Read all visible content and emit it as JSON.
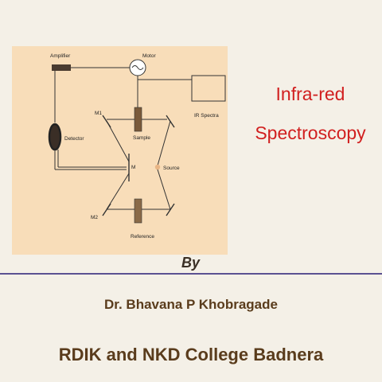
{
  "diagram": {
    "labels": {
      "amplifier": "Amplifier",
      "motor": "Motor",
      "ir_spectra": "IR Spectra",
      "m1": "M1",
      "m2": "M2",
      "m": "M",
      "detector": "Detector",
      "sample": "Sample",
      "source": "Source",
      "reference": "Reference"
    }
  },
  "title": {
    "line1": "Infra-red",
    "line2": "Spectroscopy"
  },
  "byline": {
    "by": "By",
    "author": "Dr.  Bhavana P Khobragade",
    "institution": "RDIK and NKD College Badnera"
  },
  "colors": {
    "title": "#d11f1f",
    "panel_background": "#f8ddb9",
    "divider": "#5b5191",
    "text_brown": "#5a3c1c"
  }
}
